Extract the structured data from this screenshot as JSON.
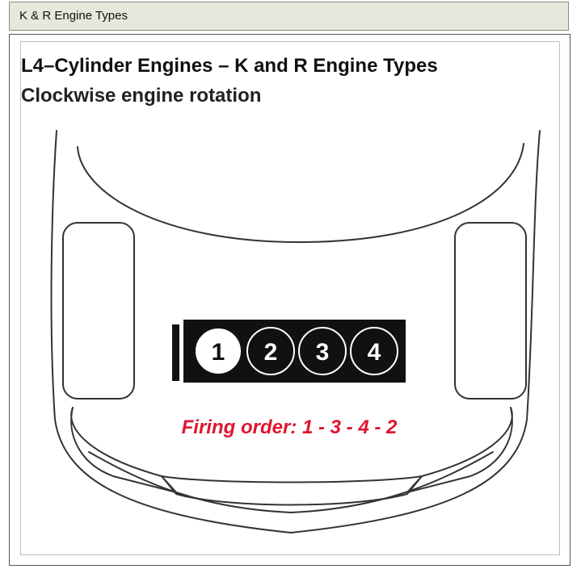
{
  "header": {
    "title": "K & R Engine Types"
  },
  "diagram": {
    "title": "L4–Cylinder Engines – K and R Engine Types",
    "subtitle": "Clockwise engine rotation",
    "cylinders": [
      "1",
      "2",
      "3",
      "4"
    ],
    "highlighted_cylinder": "1",
    "firing_order_label": "Firing order: 1 - 3 - 4 - 2",
    "firing_order": [
      "1",
      "3",
      "4",
      "2"
    ],
    "colors": {
      "firing_text": "#e0152f",
      "engine_block": "#111111",
      "outline": "#333333",
      "header_bg": "#e7e7de"
    }
  }
}
